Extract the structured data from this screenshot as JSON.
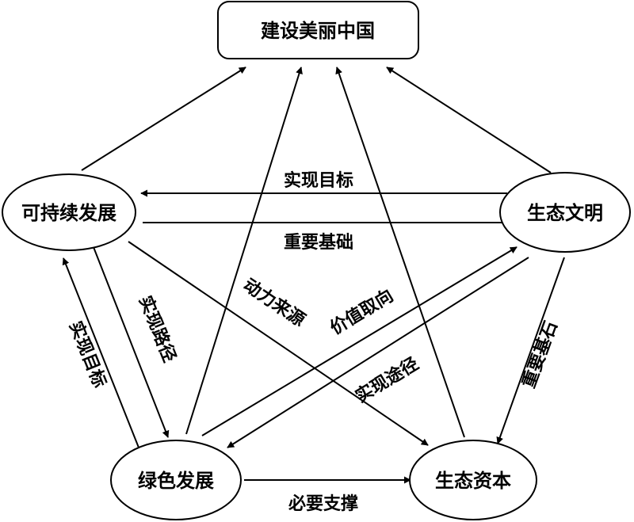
{
  "nodes": {
    "top": "建设美丽中国",
    "left": "可持续发展",
    "right": "生态文明",
    "bottom_left": "绿色发展",
    "bottom_right": "生态资本"
  },
  "labels": {
    "right_to_left": "实现目标",
    "left_to_right": "重要基础",
    "left_side_up": "实现目标",
    "left_to_green": "实现路径",
    "dynamic_source": "动力来源",
    "value_orientation": "价值取向",
    "implementation_path": "实现途径",
    "right_side_down": "重要基石",
    "green_to_capital": "必要支撑"
  }
}
